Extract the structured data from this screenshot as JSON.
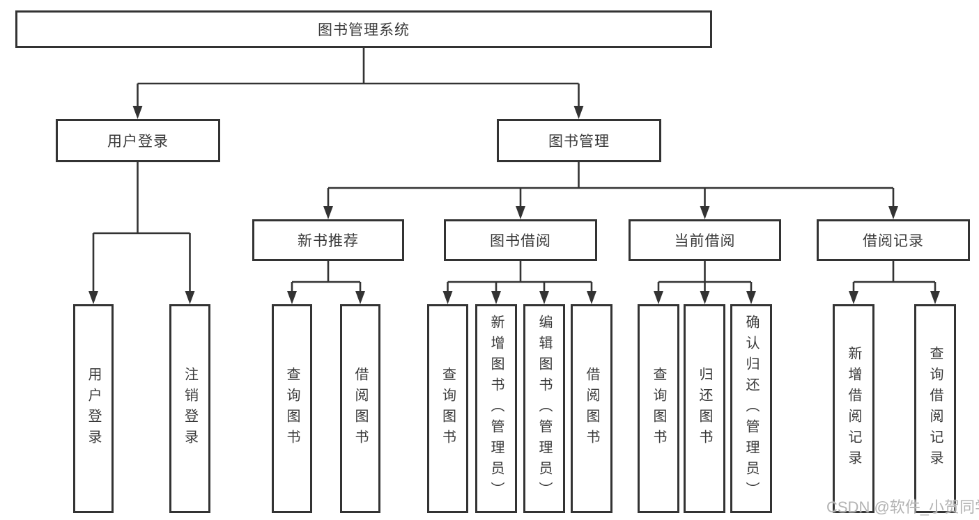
{
  "diagram": {
    "title": "图书管理系统",
    "watermark": "CSDN @软件_小贺同学",
    "colors": {
      "line": "#333333",
      "text": "#3a3a3a",
      "watermark": "#b3b3b3",
      "background": "#ffffff"
    },
    "root": {
      "label": "图书管理系统"
    },
    "branches": [
      {
        "label": "用户登录",
        "children": [
          {
            "label": "用户登录"
          },
          {
            "label": "注销登录"
          }
        ]
      },
      {
        "label": "图书管理",
        "children": [
          {
            "label": "新书推荐",
            "children": [
              {
                "label": "查询图书"
              },
              {
                "label": "借阅图书"
              }
            ]
          },
          {
            "label": "图书借阅",
            "children": [
              {
                "label": "查询图书"
              },
              {
                "label": "新增图书（管理员）"
              },
              {
                "label": "编辑图书（管理员）"
              },
              {
                "label": "借阅图书"
              }
            ]
          },
          {
            "label": "当前借阅",
            "children": [
              {
                "label": "查询图书"
              },
              {
                "label": "归还图书"
              },
              {
                "label": "确认归还（管理员）"
              }
            ]
          },
          {
            "label": "借阅记录",
            "children": [
              {
                "label": "新增借阅记录"
              },
              {
                "label": "查询借阅记录"
              }
            ]
          }
        ]
      }
    ]
  }
}
